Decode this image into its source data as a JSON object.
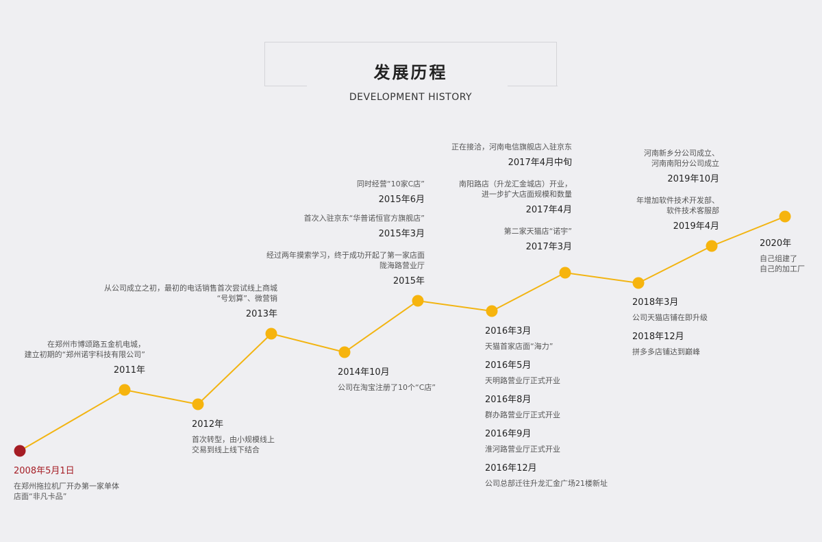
{
  "header": {
    "title": "发展历程",
    "subtitle": "DEVELOPMENT HISTORY"
  },
  "colors": {
    "line": "#f2b411",
    "node": "#f6b40e",
    "start_node": "#a51c24",
    "background": "#efeff2"
  },
  "events": [
    {
      "id": "e2008",
      "date": "2008年5月1日",
      "desc": "在郑州拖拉机厂开办第一家单体\n店面“非凡卡品”"
    },
    {
      "id": "e2011",
      "date": "2011年",
      "desc": "在郑州市博颂路五金机电城，\n建立初期的“郑州诺宇科技有限公司”"
    },
    {
      "id": "e2012",
      "date": "2012年",
      "desc": "首次转型，由小规模线上\n交易到线上线下结合"
    },
    {
      "id": "e2013",
      "date": "2013年",
      "desc": "从公司成立之初，最初的电话销售首次尝试线上商城\n“号划算”、微营销"
    },
    {
      "id": "e2014",
      "date": "2014年10月",
      "desc": "公司在淘宝注册了10个“C店”"
    },
    {
      "id": "e2015",
      "date": "2015年",
      "desc": "经过两年摸索学习，终于成功开起了第一家店面\n陇海路营业厅"
    },
    {
      "id": "e2015_3",
      "date": "2015年3月",
      "desc": "首次入驻京东“华普诺恒官方旗舰店”"
    },
    {
      "id": "e2015_6",
      "date": "2015年6月",
      "desc": "同时经营“10家C店”"
    },
    {
      "id": "e2016_3",
      "date": "2016年3月",
      "desc": "天猫首家店面“海力”"
    },
    {
      "id": "e2016_5",
      "date": "2016年5月",
      "desc": "天明路营业厅正式开业"
    },
    {
      "id": "e2016_8",
      "date": "2016年8月",
      "desc": "群办路营业厅正式开业"
    },
    {
      "id": "e2016_9",
      "date": "2016年9月",
      "desc": "淮河路营业厅正式开业"
    },
    {
      "id": "e2016_12",
      "date": "2016年12月",
      "desc": "公司总部迁往升龙汇金广场21楼新址"
    },
    {
      "id": "e2017_3",
      "date": "2017年3月",
      "desc": "第二家天猫店“诺宇”"
    },
    {
      "id": "e2017_4",
      "date": "2017年4月",
      "desc": "南阳路店（升龙汇金城店）开业，\n进一步扩大店面规模和数量"
    },
    {
      "id": "e2017_4m",
      "date": "2017年4月中旬",
      "desc": "正在接洽，河南电信旗舰店入驻京东"
    },
    {
      "id": "e2018_3",
      "date": "2018年3月",
      "desc": "公司天猫店铺在即升级"
    },
    {
      "id": "e2018_12",
      "date": "2018年12月",
      "desc": "拼多多店铺达到巅峰"
    },
    {
      "id": "e2019_4",
      "date": "2019年4月",
      "desc": "年增加软件技术开发部、\n软件技术客服部"
    },
    {
      "id": "e2019_10",
      "date": "2019年10月",
      "desc": "河南新乡分公司成立、\n河南南阳分公司成立"
    },
    {
      "id": "e2020",
      "date": "2020年",
      "desc": "自己组建了\n自己的加工厂"
    }
  ]
}
